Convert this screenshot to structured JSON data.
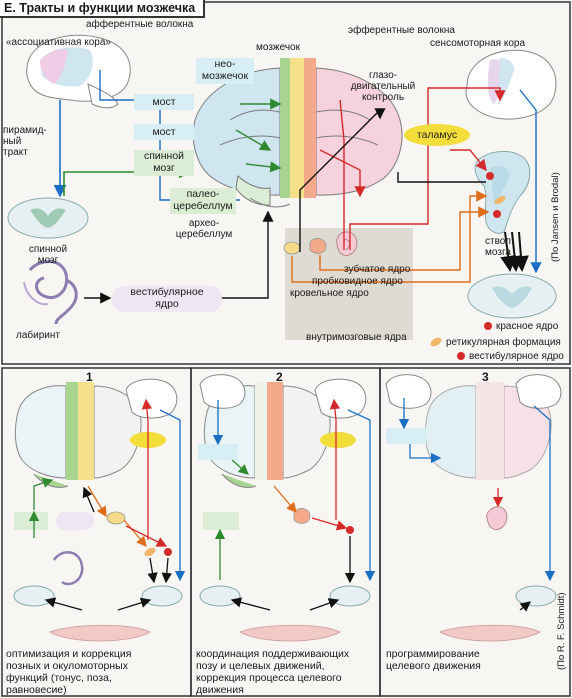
{
  "title": "Е. Тракты и функции мозжечка",
  "labels": {
    "afferent": "афферентные волокна",
    "assoc_cortex": "«ассоциативная кора»",
    "pyramid_line1": "пирамид-",
    "pyramid_line2": "ный",
    "pyramid_line3": "тракт",
    "spinal_cord_line1": "спинной",
    "spinal_cord_line2": "мозг",
    "labyrinth": "лабиринт",
    "cerebellum": "мозжечок",
    "neo_line1": "нео-",
    "neo_line2": "мозжечок",
    "paleo_line1": "палео-",
    "paleo_line2": "церебеллум",
    "archeo_line1": "архео-",
    "archeo_line2": "церебеллум",
    "efferent": "эфферентные волокна",
    "sensorimotor": "сенсомоторная кора",
    "oculomotor_line1": "глазо-",
    "oculomotor_line2": "двигательный",
    "oculomotor_line3": "контроль",
    "thalamus": "таламус",
    "brainstem_line1": "ствол",
    "brainstem_line2": "мозга",
    "dentate": "зубчатое ядро",
    "cork": "пробковидное ядро",
    "roof": "кровельное ядро",
    "intracerebellar": "внутримозговые ядра",
    "red_nucleus": "красное ядро",
    "reticular": "ретикулярная формация",
    "vestibular_nucleus": "вестибулярное ядро",
    "jansen": "(По Jansen и Brodal)",
    "schmidt": "(По R. F. Schmidt)"
  },
  "boxes": {
    "pons1": "мост",
    "pons2": "мост",
    "spinal_box_line1": "спинной",
    "spinal_box_line2": "мозг",
    "vestibular_box_line1": "вестибулярное",
    "vestibular_box_line2": "ядро"
  },
  "panels": [
    {
      "number": "1",
      "caption": [
        "оптимизация и коррекция",
        "позных и окуломоторных",
        "функций (тонус, поза,",
        "равновесие)"
      ]
    },
    {
      "number": "2",
      "caption": [
        "координация поддерживающих",
        "позу и целевых движений,",
        "коррекция процесса целевого",
        "движения"
      ]
    },
    {
      "number": "3",
      "caption": [
        "программирование",
        "целевого движения"
      ]
    }
  ],
  "colors": {
    "blue": "#1a6fc4",
    "green": "#2f8a2f",
    "red": "#d42a2a",
    "orange": "#e06c1c",
    "black": "#111111",
    "thalamus": "#f2dd3a",
    "cyan_box": "#d6eef4",
    "green_box": "#dcedd5"
  }
}
